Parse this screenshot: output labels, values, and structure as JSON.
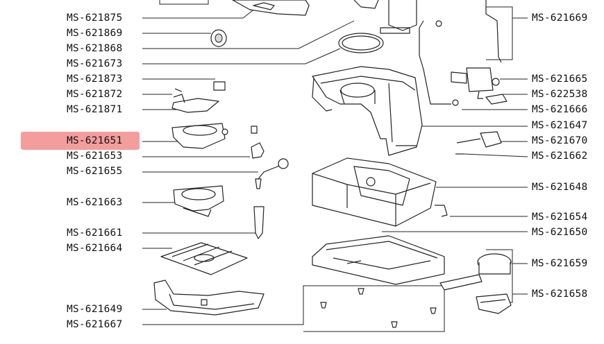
{
  "diagram": {
    "highlight_color": "#f28c8c",
    "labels_left": [
      "MS-621875",
      "MS-621869",
      "MS-621868",
      "MS-621673",
      "MS-621873",
      "MS-621872",
      "MS-621871",
      "MS-621651",
      "MS-621653",
      "MS-621655",
      "MS-621663",
      "MS-621661",
      "MS-621664",
      "MS-621649",
      "MS-621667"
    ],
    "labels_right": [
      "MS-621669",
      "MS-621665",
      "MS-622538",
      "MS-621666",
      "MS-621647",
      "MS-621670",
      "MS-621662",
      "MS-621648",
      "MS-621654",
      "MS-621650",
      "MS-621659",
      "MS-621658"
    ],
    "highlighted": "MS-621651"
  }
}
